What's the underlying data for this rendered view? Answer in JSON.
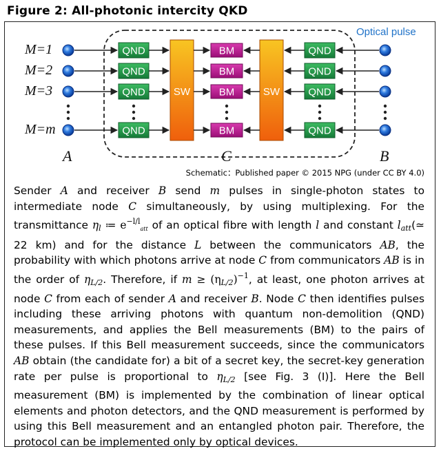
{
  "figure": {
    "title": "Figure 2:  All-photonic intercity QKD"
  },
  "diagram": {
    "optical_pulse_label": "Optical pulse",
    "row_labels": [
      "M=1",
      "M=2",
      "M=3",
      "M=m"
    ],
    "qnd_label": "QND",
    "bm_label": "BM",
    "sw_label": "SW",
    "node_labels": {
      "sender": "A",
      "middle": "C",
      "receiver": "B"
    },
    "colors": {
      "qnd": "#1f9a4a",
      "bm": "#b8158f",
      "sw_top": "#f7c322",
      "sw_bottom": "#f06a10",
      "pulse": "#1f62c8",
      "optical_pulse_text": "#1f72c8"
    }
  },
  "credit": "Schematic：Published paper © 2015 NPG (under CC BY 4.0)",
  "text": {
    "s1": "Sender ",
    "s2": "A",
    "s3": " and receiver ",
    "s4": "B",
    "s5": " send ",
    "s6": "m",
    "s7": " pulses in single-photon states to intermediate node ",
    "s8": "C",
    "s9": " simultaneously, by using multiplexing. For the transmittance ",
    "s10": "η",
    "s11": "l",
    "s12": " ≔ e",
    "s13": "−l/l",
    "s14": "att",
    "s15": " of an optical fibre with length ",
    "s16": "l",
    "s17": " and constant ",
    "s18": "l",
    "s19": "att",
    "s20": "(≃ 22 km) and for the distance ",
    "s21": "L",
    "s22": " between the communicators ",
    "s23": "AB",
    "s24": ", the probability with which photons arrive at node ",
    "s25": "C",
    "s26": " from communicators ",
    "s27": "AB",
    "s28": " is in the order of ",
    "s29": "η",
    "s30": "L/2",
    "s31": ". Therefore, if ",
    "s32": "m",
    "s33": " ≥ (η",
    "s34": "L/2",
    "s35": ")",
    "s36": "−1",
    "s37": ", at least, one photon arrives at node ",
    "s38": "C",
    "s39": " from each of sender ",
    "s40": "A",
    "s41": " and receiver ",
    "s42": "B",
    "s43": ". Node ",
    "s44": "C",
    "s45": " then identifies pulses including these arriving photons with quantum non-demolition (QND) measurements, and applies the Bell measurements (BM) to the pairs of these pulses. If this Bell measurement succeeds, since the communicators ",
    "s46": "AB",
    "s47": " obtain (the candidate for) a bit of a secret key, the secret-key generation rate per pulse is proportional to ",
    "s48": "η",
    "s49": "L/2",
    "s50": " [see Fig. 3 (I)]. Here the Bell measurement (BM) is implemented by the combination of linear optical elements and photon detectors, and the QND measurement is performed by using this Bell measurement and an entangled photon pair. Therefore, the protocol can be implemented only by optical devices."
  }
}
